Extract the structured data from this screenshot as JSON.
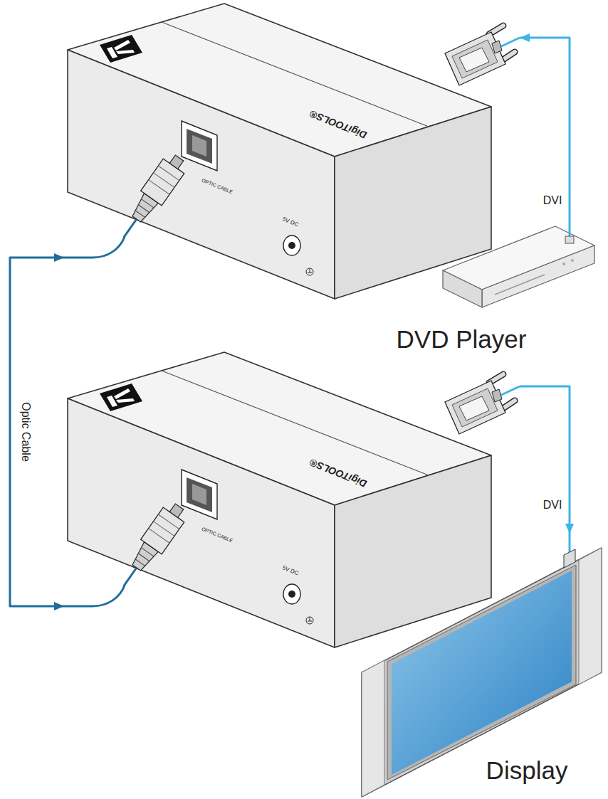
{
  "diagram": {
    "nodes": [
      {
        "text": [
          "DigiTOOLS®",
          "OPTIC CABLE",
          "5V DC"
        ]
      },
      {
        "text": [
          "DVD Player"
        ]
      },
      {
        "text": [
          "DigiTOOLS®",
          "OPTIC CABLE",
          "5V DC"
        ]
      },
      {
        "text": [
          "Display"
        ]
      }
    ],
    "edges": [
      {
        "from": 1,
        "to": 0,
        "arrow": "to",
        "label": "DVI"
      },
      {
        "from": 0,
        "to": 2,
        "arrow": "both",
        "label": "Optic Cable"
      },
      {
        "from": 2,
        "to": 3,
        "arrow": "to",
        "label": "DVI"
      }
    ]
  }
}
